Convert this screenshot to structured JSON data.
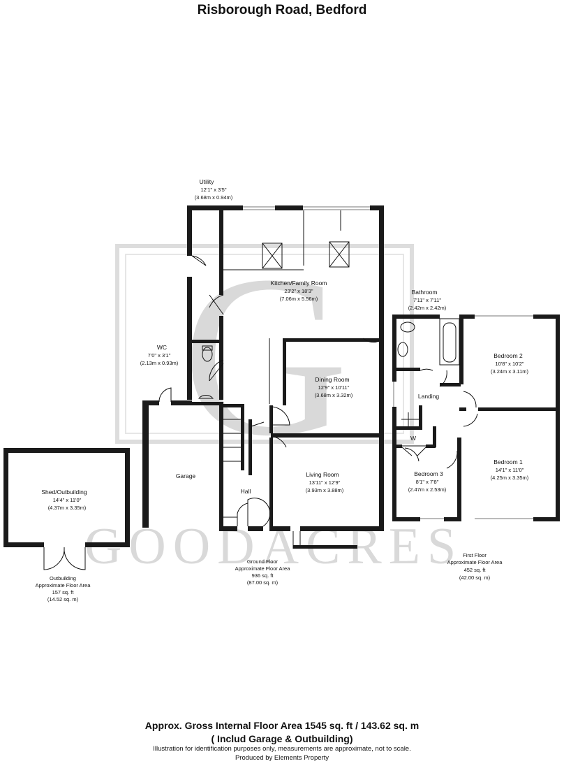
{
  "title": "Risborough Road, Bedford",
  "watermark": {
    "text": "GOODACRES",
    "letter": "G",
    "color": "#d7d7d7"
  },
  "rooms": [
    {
      "id": "utility",
      "name": "Utility",
      "imperial": "12'1\" x 3'5\"",
      "metric": "(3.68m x 0.94m)"
    },
    {
      "id": "kitchen",
      "name": "Kitchen/Family Room",
      "imperial": "23'2\" x 18'3\"",
      "metric": "(7.06m x 5.56m)"
    },
    {
      "id": "wc",
      "name": "WC",
      "imperial": "7'0\" x 3'1\"",
      "metric": "(2.13m x 0.93m)"
    },
    {
      "id": "dining",
      "name": "Dining Room",
      "imperial": "12'9\" x 10'11\"",
      "metric": "(3.68m x 3.32m)"
    },
    {
      "id": "garage",
      "name": "Garage",
      "imperial": "",
      "metric": ""
    },
    {
      "id": "living",
      "name": "Living Room",
      "imperial": "13'11\" x 12'9\"",
      "metric": "(3.93m x 3.88m)"
    },
    {
      "id": "hall",
      "name": "Hall",
      "imperial": "",
      "metric": ""
    },
    {
      "id": "shed",
      "name": "Shed/Outbuilding",
      "imperial": "14'4\" x 11'0\"",
      "metric": "(4.37m x 3.35m)"
    },
    {
      "id": "bathroom",
      "name": "Bathroom",
      "imperial": "7'11\" x 7'11\"",
      "metric": "(2.42m x 2.42m)"
    },
    {
      "id": "bedroom2",
      "name": "Bedroom 2",
      "imperial": "10'8\" x 10'2\"",
      "metric": "(3.24m x 3.11m)"
    },
    {
      "id": "landing",
      "name": "Landing",
      "imperial": "",
      "metric": ""
    },
    {
      "id": "w",
      "name": "W",
      "imperial": "",
      "metric": ""
    },
    {
      "id": "bedroom1",
      "name": "Bedroom 1",
      "imperial": "14'1\" x 11'0\"",
      "metric": "(4.25m x 3.35m)"
    },
    {
      "id": "bedroom3",
      "name": "Bedroom 3",
      "imperial": "8'1\" x 7'8\"",
      "metric": "(2.47m x 2.53m)"
    }
  ],
  "areas": [
    {
      "id": "ground",
      "line1": "Ground Floor",
      "line2": "Approximate Floor Area",
      "line3": "936 sq. ft",
      "line4": "(87.00 sq. m)"
    },
    {
      "id": "first",
      "line1": "First Floor",
      "line2": "Approximate Floor Area",
      "line3": "452 sq. ft",
      "line4": "(42.00 sq. m)"
    },
    {
      "id": "outbuilding",
      "line1": "Outbuilding",
      "line2": "Approximate Floor Area",
      "line3": "157 sq. ft",
      "line4": "(14.52 sq. m)"
    }
  ],
  "footer": {
    "gross": "Approx. Gross Internal Floor Area 1545 sq. ft / 143.62 sq. m",
    "include": "( Includ Garage & Outbuilding)",
    "disclaimer": "Illustration for identification purposes only, measurements are approximate, not to scale.",
    "producer": "Produced by Elements Property"
  }
}
